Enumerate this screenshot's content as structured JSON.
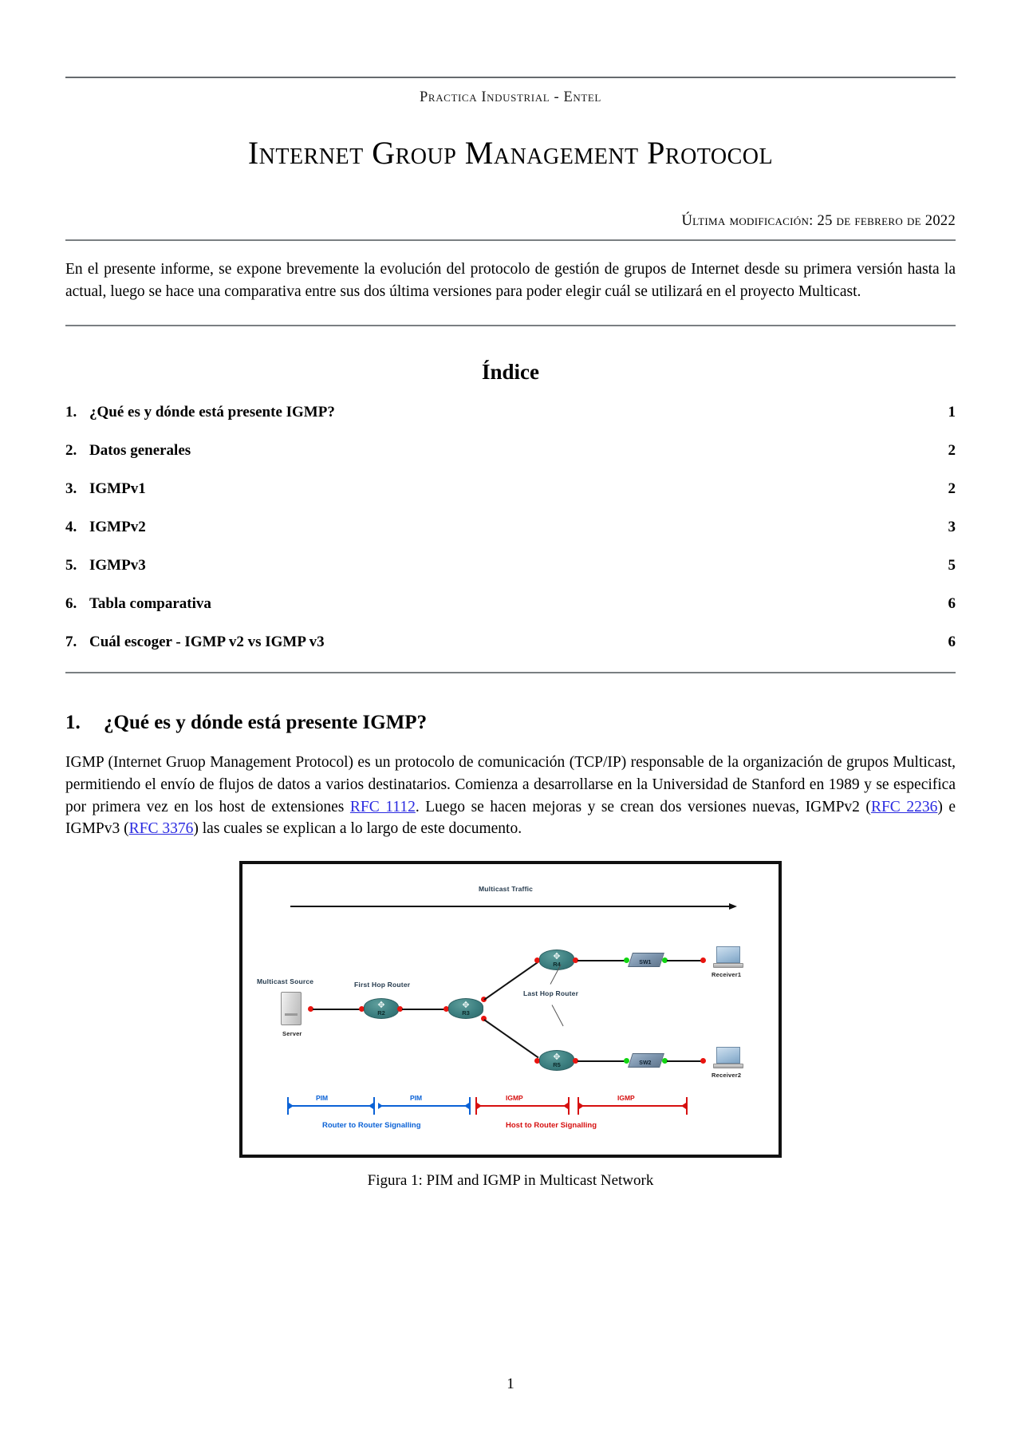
{
  "header": {
    "journal": "Practica Industrial - Entel",
    "title": "Internet Group Management Protocol",
    "modified": "Última modificación: 25 de febrero de 2022"
  },
  "abstract": {
    "text": "En el presente informe, se expone brevemente la evolución del protocolo de gestión de grupos de Internet desde su primera versión hasta la actual, luego se hace una comparativa entre sus dos última versiones para poder elegir cuál se utilizará en el proyecto Multicast."
  },
  "toc": {
    "title": "Índice",
    "entries": [
      {
        "num": "1.",
        "label": "¿Qué es y dónde está presente IGMP?",
        "page": "1"
      },
      {
        "num": "2.",
        "label": "Datos generales",
        "page": "2"
      },
      {
        "num": "3.",
        "label": "IGMPv1",
        "page": "2"
      },
      {
        "num": "4.",
        "label": "IGMPv2",
        "page": "3"
      },
      {
        "num": "5.",
        "label": "IGMPv3",
        "page": "5"
      },
      {
        "num": "6.",
        "label": "Tabla comparativa",
        "page": "6"
      },
      {
        "num": "7.",
        "label": "Cuál escoger - IGMP v2 vs IGMP v3",
        "page": "6"
      }
    ]
  },
  "section1": {
    "num": "1.",
    "title": "¿Qué es y dónde está presente IGMP?",
    "para": {
      "p1": "IGMP (Internet Gruop Management Protocol) es un protocolo de comunicación (TCP/IP) responsable de la organización de grupos Multicast, permitiendo el envío de flujos de datos a varios destinatarios. Comienza a desarrollarse en la Universidad de Stanford en 1989 y se especifica por primera vez en los host de extensiones ",
      "link1": "RFC 1112",
      "p2": ". Luego se hacen mejoras y se crean dos versiones nuevas, IGMPv2 (",
      "link2": "RFC 2236",
      "p3": ") e IGMPv3 (",
      "link3": "RFC 3376",
      "p4": ") las cuales se explican a lo largo de este documento."
    }
  },
  "figure": {
    "caption": "Figura 1: PIM and IGMP in Multicast Network",
    "diagram": {
      "top_label": "Multicast Traffic",
      "source_label": "Multicast Source",
      "server_label": "Server",
      "first_hop_label": "First Hop Router",
      "last_hop_label": "Last Hop Router",
      "routers": [
        {
          "name": "R2"
        },
        {
          "name": "R3"
        },
        {
          "name": "R4"
        },
        {
          "name": "R5"
        }
      ],
      "switches": [
        {
          "name": "SW1"
        },
        {
          "name": "SW2"
        }
      ],
      "receivers": [
        {
          "name": "Receiver1"
        },
        {
          "name": "Receiver2"
        }
      ],
      "legend": {
        "pim1": "PIM",
        "pim2": "PIM",
        "igmp1": "IGMP",
        "igmp2": "IGMP",
        "router_signalling": "Router to Router Signalling",
        "host_signalling": "Host to Router Signalling"
      },
      "colors": {
        "pim": "#0b62d6",
        "igmp": "#d61010",
        "router_body": "#3c7f80",
        "switch_body": "#7f97b0",
        "port_red": "#e8140f",
        "port_green": "#11d411"
      }
    }
  },
  "footer": {
    "page_number": "1"
  },
  "link_color": "#2a2ae0"
}
